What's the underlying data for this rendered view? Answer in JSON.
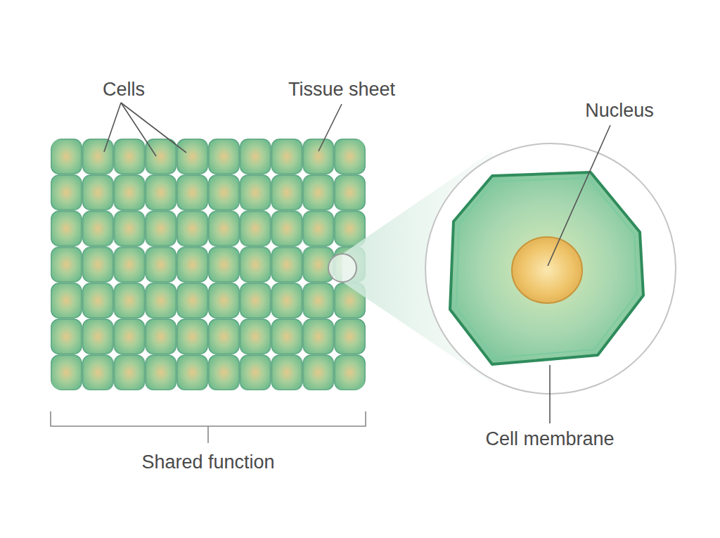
{
  "diagram": {
    "labels": [
      "Cells",
      "Tissue sheet",
      "Nucleus",
      "Cell membrane",
      "Shared function"
    ]
  }
}
